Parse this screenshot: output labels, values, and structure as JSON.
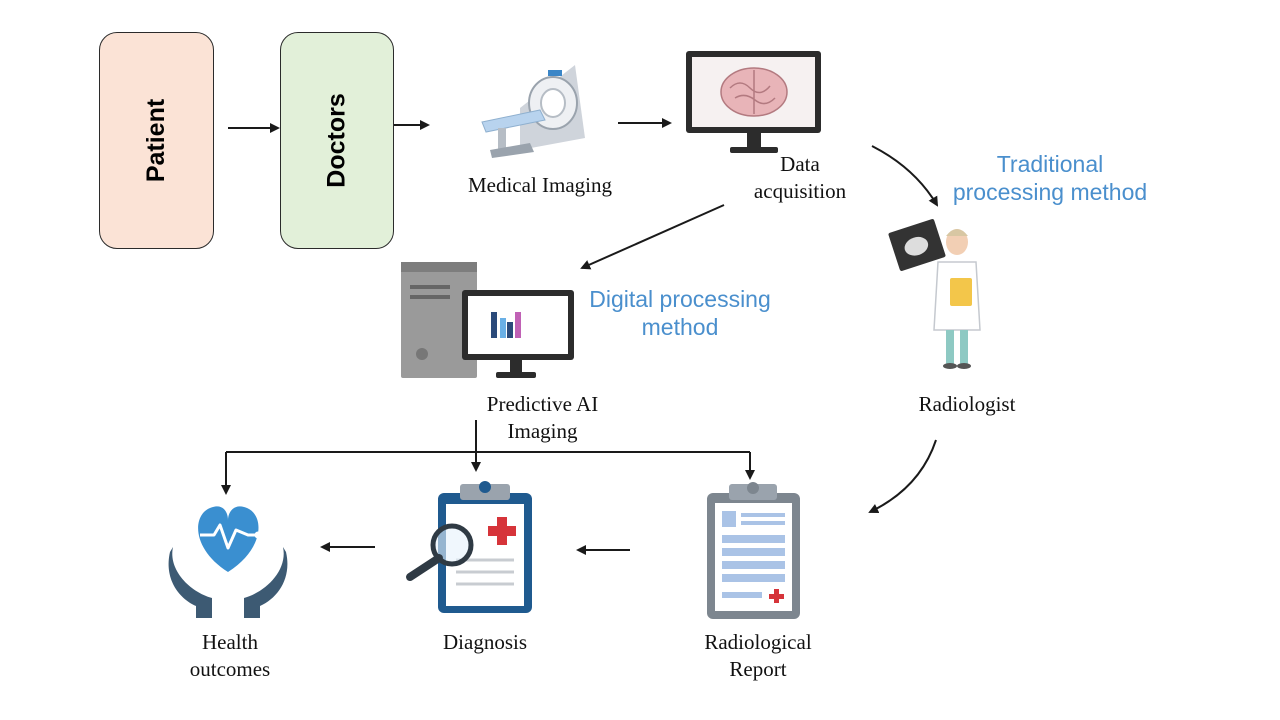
{
  "nodes": {
    "patient": "Patient",
    "doctors": "Doctors",
    "medical_imaging": "Medical Imaging",
    "data_acquisition": [
      "Data",
      "acquisition"
    ],
    "traditional_method": [
      "Traditional",
      "processing method"
    ],
    "digital_method": [
      "Digital processing",
      "method"
    ],
    "radiologist": "Radiologist",
    "predictive_ai": [
      "Predictive AI",
      "Imaging"
    ],
    "health_outcomes": [
      "Health",
      "outcomes"
    ],
    "diagnosis": "Diagnosis",
    "radiological_report": [
      "Radiological",
      "Report"
    ]
  },
  "icons": {
    "mri_scanner": "mri-scanner-icon",
    "brain_monitor": "brain-monitor-icon",
    "computer": "computer-chart-icon",
    "radiologist": "radiologist-icon",
    "heart_hands": "heart-hands-icon",
    "clipboard_diagnosis": "clipboard-magnifier-icon",
    "clipboard_report": "clipboard-report-icon"
  },
  "colors": {
    "patient_fill": "#fbe3d6",
    "doctors_fill": "#e2f0d9",
    "method_text": "#4a8fcd",
    "heart_blue": "#3a8fd0",
    "hands_navy": "#3d5a73",
    "clipboard_navy": "#1f5a8f",
    "cross_red": "#d6343a"
  }
}
